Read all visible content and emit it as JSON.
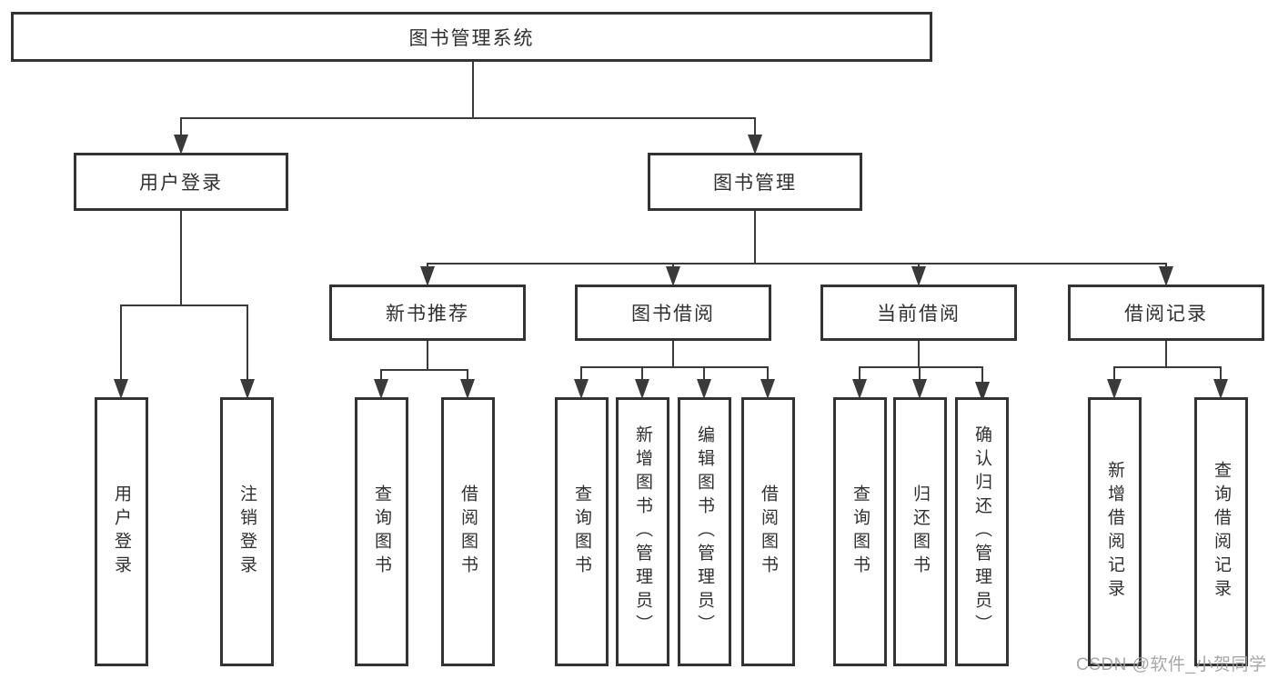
{
  "diagram": {
    "root": {
      "label": "图书管理系统",
      "children": [
        {
          "label": "用户登录",
          "children": [
            {
              "label": "用户登录"
            },
            {
              "label": "注销登录"
            }
          ]
        },
        {
          "label": "图书管理",
          "children": [
            {
              "label": "新书推荐",
              "children": [
                {
                  "label": "查询图书"
                },
                {
                  "label": "借阅图书"
                }
              ]
            },
            {
              "label": "图书借阅",
              "children": [
                {
                  "label": "查询图书"
                },
                {
                  "label": "新增图书（管理员）"
                },
                {
                  "label": "编辑图书（管理员）"
                },
                {
                  "label": "借阅图书"
                }
              ]
            },
            {
              "label": "当前借阅",
              "children": [
                {
                  "label": "查询图书"
                },
                {
                  "label": "归还图书"
                },
                {
                  "label": "确认归还（管理员）"
                }
              ]
            },
            {
              "label": "借阅记录",
              "children": [
                {
                  "label": "新增借阅记录"
                },
                {
                  "label": "查询借阅记录"
                }
              ]
            }
          ]
        }
      ]
    }
  },
  "watermark": {
    "text": "CSDN @软件_小贺同学"
  },
  "colors": {
    "line": "#3a3a3a",
    "box_border": "#333333",
    "text": "#303030",
    "watermark": "#a0a0a0",
    "background": "#ffffff"
  }
}
